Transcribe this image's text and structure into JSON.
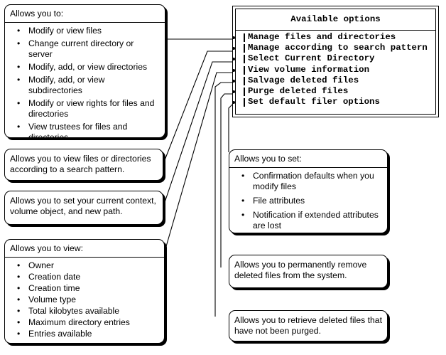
{
  "menu": {
    "title": "Available options",
    "items": [
      "Manage files and directories",
      "Manage according to search pattern",
      "Select Current Directory",
      "View volume information",
      "Salvage deleted files",
      "Purge deleted files",
      "Set default filer options"
    ]
  },
  "callouts": {
    "manage": {
      "heading": "Allows you to:",
      "items": [
        "Modify or view files",
        "Change current directory or server",
        "Modify, add, or view directories",
        "Modify, add, or view subdirectories",
        "Modify or view rights for files and directories",
        "View trustees for files and directories"
      ]
    },
    "search": {
      "text": "Allows you to view files or directories according to a search pattern."
    },
    "select": {
      "text": "Allows you to set your current context, volume object, and new path."
    },
    "volume": {
      "heading": "Allows you to view:",
      "items": [
        "Owner",
        "Creation date",
        "Creation time",
        "Volume type",
        "Total kilobytes available",
        "Maximum directory entries",
        "Entries available"
      ]
    },
    "defaults": {
      "heading": "Allows you to set:",
      "items": [
        "Confirmation defaults when you modify files",
        "File attributes",
        "Notification if extended attributes are lost"
      ]
    },
    "purge": {
      "text": "Allows you to permanently remove deleted files from the system."
    },
    "salvage": {
      "text": "Allows you to retrieve deleted files that have not been purged."
    }
  }
}
